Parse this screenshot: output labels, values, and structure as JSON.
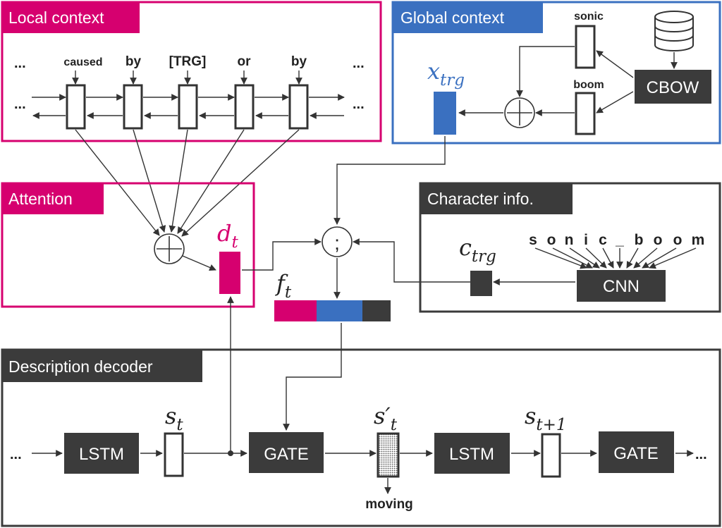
{
  "sections": {
    "local_context": "Local context",
    "global_context": "Global context",
    "attention": "Attention",
    "character_info": "Character info.",
    "description_decoder": "Description decoder"
  },
  "local_words": [
    "caused",
    "by",
    "[TRG]",
    "or",
    "by"
  ],
  "ellipsis": "...",
  "global_words": {
    "top": "sonic",
    "bottom": "boom"
  },
  "blocks": {
    "cbow": "CBOW",
    "cnn": "CNN",
    "lstm": "LSTM",
    "gate": "GATE"
  },
  "symbols": {
    "x_trg": {
      "base": "x",
      "sub": "trg"
    },
    "d_t": {
      "base": "d",
      "sub": "t"
    },
    "f_t": {
      "base": "f",
      "sub": "t"
    },
    "c_trg": {
      "base": "c",
      "sub": "trg"
    },
    "s_t": {
      "base": "s",
      "sub": "t"
    },
    "s_prime_t": {
      "base": "s",
      "prime": "′",
      "sub": "t"
    },
    "s_t1": {
      "base": "s",
      "sub": "t+1"
    },
    "concat": ";"
  },
  "characters": [
    "s",
    "o",
    "n",
    "i",
    "c",
    "_",
    "b",
    "o",
    "o",
    "m"
  ],
  "output_word": "moving",
  "colors": {
    "magenta": "#D6006F",
    "blue": "#3A70C0",
    "dark": "#3B3B3B"
  }
}
